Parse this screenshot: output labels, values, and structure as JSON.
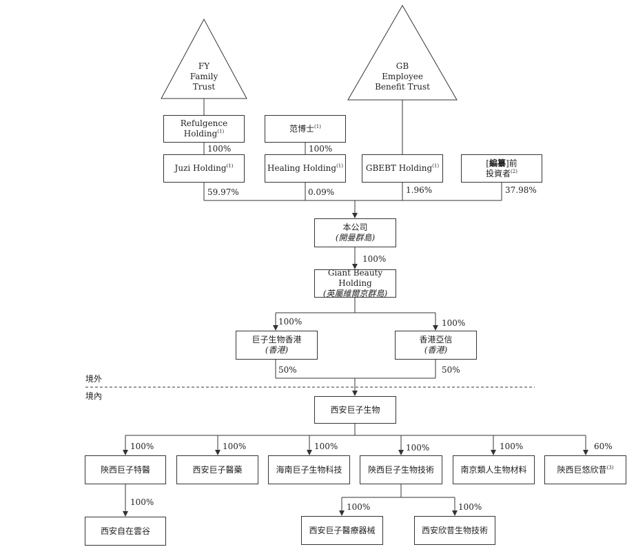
{
  "trusts": {
    "fy": {
      "line1": "FY",
      "line2": "Family",
      "line3": "Trust"
    },
    "gb": {
      "line1": "GB",
      "line2": "Employee",
      "line3": "Benefit Trust"
    }
  },
  "boxes": {
    "refulgence": {
      "line1": "Refulgence",
      "line2": "Holding",
      "note": "(1)"
    },
    "fan": {
      "label": "范博士",
      "note": "(1)"
    },
    "juzi": {
      "label": "Juzi Holding",
      "note": "(1)"
    },
    "healing": {
      "label": "Healing Holding",
      "note": "(1)"
    },
    "gbebt": {
      "label": "GBEBT Holding",
      "note": "(1)"
    },
    "pre_investors": {
      "line1a": "[",
      "line1b": "編纂",
      "line1c": "]前",
      "line2": "投資者",
      "note": "(2)"
    },
    "company": {
      "label": "本公司",
      "sub": "(開曼群島)"
    },
    "giant": {
      "label": "Giant Beauty Holding",
      "sub": "(英屬維爾京群島)"
    },
    "juzi_hk": {
      "label": "巨子生物香港",
      "sub": "(香港)"
    },
    "hk_yaxin": {
      "label": "香港亞信",
      "sub": "(香港)"
    },
    "xian_juzi": {
      "label": "西安巨子生物"
    },
    "sx_special": {
      "label": "陝西巨子特醫"
    },
    "xa_pharma": {
      "label": "西安巨子醫藥"
    },
    "hainan": {
      "label": "海南巨子生物科技"
    },
    "sx_tech": {
      "label": "陝西巨子生物技術"
    },
    "nanjing": {
      "label": "南京類人生物材料"
    },
    "sx_youxin": {
      "label": "陝西巨悠欣昔",
      "note": "(3)"
    },
    "xa_zizai": {
      "label": "西安自在雲谷"
    },
    "xa_medical": {
      "label": "西安巨子醫療器械"
    },
    "xa_xinxi": {
      "label": "西安欣昔生物技術"
    }
  },
  "percentages": {
    "refulgence_juzi": "100%",
    "fan_healing": "100%",
    "juzi_company": "59.97%",
    "healing_company": "0.09%",
    "gbebt_company": "1.96%",
    "pre_company": "37.98%",
    "company_giant": "100%",
    "giant_juzihk": "100%",
    "giant_hkyaxin": "100%",
    "juzihk_xian": "50%",
    "hkyaxin_xian": "50%",
    "xian_sxspecial": "100%",
    "xian_xapharma": "100%",
    "xian_hainan": "100%",
    "xian_sxtech": "100%",
    "xian_nanjing": "100%",
    "xian_youxin": "60%",
    "sxspecial_zizai": "100%",
    "sxtech_medical": "100%",
    "sxtech_xinxi": "100%"
  },
  "zones": {
    "offshore": "境外",
    "onshore": "境內"
  }
}
